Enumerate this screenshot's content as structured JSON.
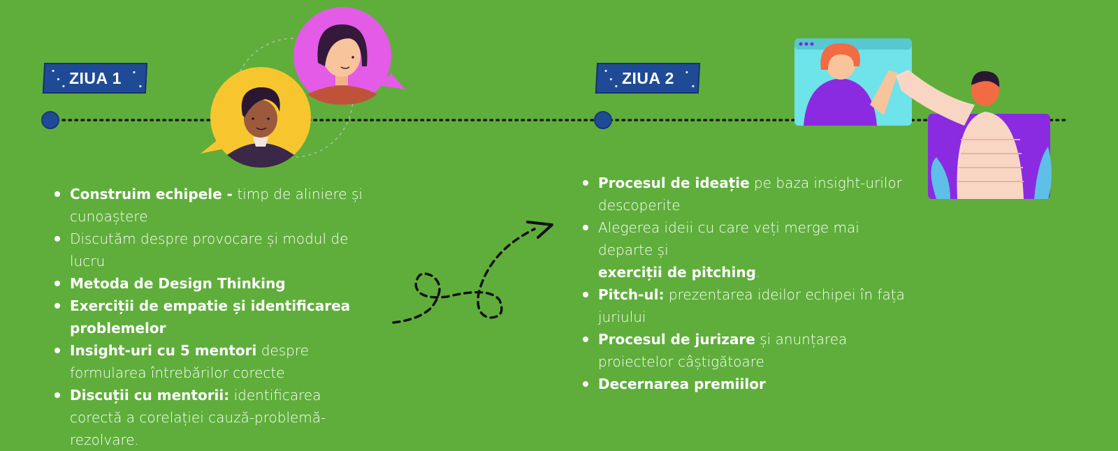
{
  "day1": {
    "badge": "ZIUA 1",
    "items": [
      {
        "bold": "Construim echipele -",
        "rest": " timp de aliniere și cunoaștere"
      },
      {
        "bold": "",
        "rest": "Discutăm despre provocare și modul de lucru"
      },
      {
        "bold": "Metoda de Design Thinking",
        "rest": ""
      },
      {
        "bold": "Exerciții de empatie și identificarea problemelor",
        "rest": ""
      },
      {
        "bold": "Insight-uri cu 5 mentori",
        "rest": " despre formularea întrebărilor corecte"
      },
      {
        "bold": "Discuții cu mentorii:",
        "rest": " identificarea corectă a corelației cauză-problemă-rezolvare."
      }
    ]
  },
  "day2": {
    "badge": "ZIUA 2",
    "items": [
      {
        "bold": "Procesul de ideație",
        "rest": " pe baza insight-urilor descoperite"
      },
      {
        "bold": "",
        "rest": "Alegerea ideii cu care veți merge mai departe și",
        "bold2": "exerciții de pitching",
        "rest2": "."
      },
      {
        "bold": "Pitch-ul:",
        "rest": " prezentarea ideilor echipei în fața juriului"
      },
      {
        "bold": "Procesul de jurizare",
        "rest": " și anunțarea proiectelor câștigătoare"
      },
      {
        "bold": "Decernarea premiilor",
        "rest": ""
      }
    ]
  },
  "colors": {
    "background": "#5fae3b",
    "badge": "#1f4b96",
    "timeline_dot": "#1f4b96",
    "text": "#ffffff"
  },
  "icons": [
    "chat-avatars-illustration",
    "high-five-illustration",
    "dashed-arrow-icon"
  ]
}
